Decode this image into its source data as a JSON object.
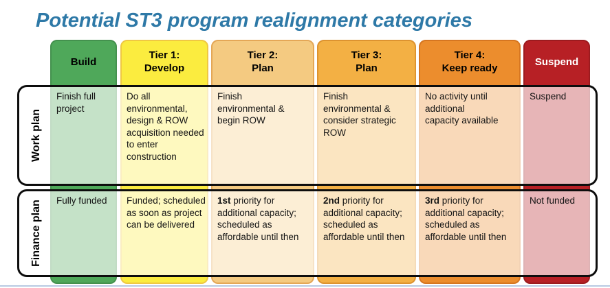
{
  "title": "Potential ST3 program realignment categories",
  "colors": {
    "title_text": "#2E79A7",
    "build": "#4FA85A",
    "tier1": "#FBEC3F",
    "tier2": "#F4CA81",
    "tier3": "#F3B044",
    "tier4": "#EC8D2D",
    "suspend": "#B72025",
    "row_outline": "#0d0d0d",
    "bottom_divider": "#B7C9E2"
  },
  "columns": [
    {
      "id": "build",
      "label": "Build",
      "header_lines": {
        "0": "Build"
      },
      "color": "#4FA85A"
    },
    {
      "id": "tier1",
      "label": "Tier 1: Develop",
      "header_lines": {
        "0": "Tier 1:",
        "1": "Develop"
      },
      "color": "#FBEC3F"
    },
    {
      "id": "tier2",
      "label": "Tier 2: Plan",
      "header_lines": {
        "0": "Tier 2:",
        "1": "Plan"
      },
      "color": "#F4CA81"
    },
    {
      "id": "tier3",
      "label": "Tier 3: Plan",
      "header_lines": {
        "0": "Tier 3:",
        "1": "Plan"
      },
      "color": "#F3B044"
    },
    {
      "id": "tier4",
      "label": "Tier 4: Keep ready",
      "header_lines": {
        "0": "Tier 4:",
        "1": "Keep ready"
      },
      "color": "#EC8D2D"
    },
    {
      "id": "suspend",
      "label": "Suspend",
      "header_lines": {
        "0": "Suspend"
      },
      "color": "#B72025"
    }
  ],
  "rows": [
    {
      "label": "Work plan",
      "cells": [
        {
          "text": "Finish full project"
        },
        {
          "text": "Do all environmental, design & ROW acquisition needed to enter construction"
        },
        {
          "text": "Finish environmental & begin ROW"
        },
        {
          "text": "Finish environmental & consider strategic ROW"
        },
        {
          "text": "No activity until additional capacity available"
        },
        {
          "text": "Suspend"
        }
      ]
    },
    {
      "label": "Finance plan",
      "cells": [
        {
          "text": "Fully funded"
        },
        {
          "text": "Funded; scheduled as soon as project can be delivered"
        },
        {
          "bold": "1st",
          "text": " priority for additional capacity; scheduled as affordable until then"
        },
        {
          "bold": "2nd",
          "text": " priority for additional capacity; scheduled as affordable until then"
        },
        {
          "bold": "3rd",
          "text": " priority for additional capacity; scheduled as affordable until then"
        },
        {
          "text": "Not funded"
        }
      ]
    }
  ]
}
